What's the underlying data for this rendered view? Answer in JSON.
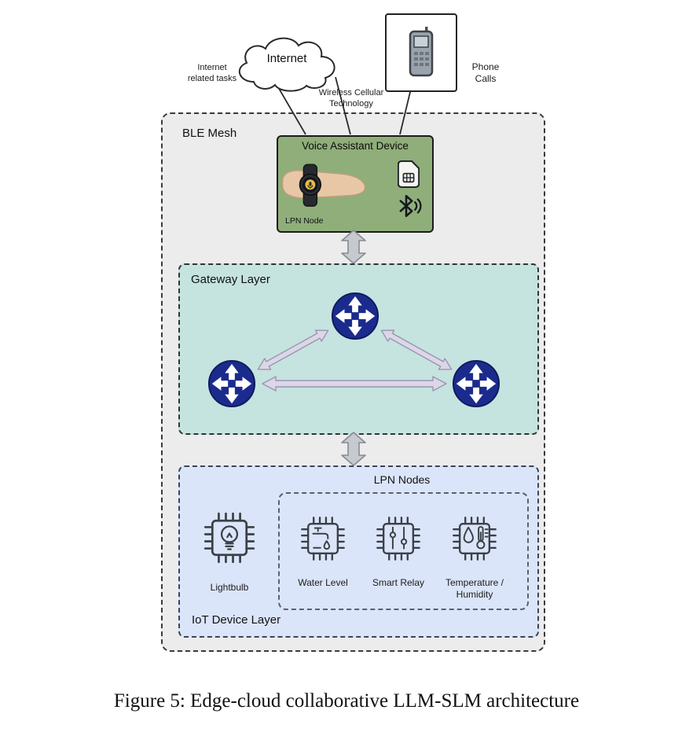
{
  "caption": "Figure 5: Edge-cloud collaborative LLM-SLM architecture",
  "external": {
    "internet": "Internet",
    "internet_tasks": "Internet related tasks",
    "wireless": "Wireless Cellular Technology",
    "phone_calls": "Phone Calls"
  },
  "ble_mesh": {
    "label": "BLE Mesh",
    "voice_assistant": {
      "title": "Voice Assistant Device",
      "lpn_node": "LPN Node"
    },
    "gateway": {
      "label": "Gateway Layer"
    },
    "iot": {
      "lpn_nodes": "LPN Nodes",
      "label": "IoT Device Layer",
      "devices": [
        {
          "label": "Lightbulb"
        },
        {
          "label": "Water Level"
        },
        {
          "label": "Smart Relay"
        },
        {
          "label": "Temperature / Humidity"
        }
      ]
    }
  },
  "icons": {
    "cloud": "cloud-icon",
    "cellphone": "cellphone-icon",
    "smartwatch_arm": "smartwatch-arm-icon",
    "sim_card": "sim-card-icon",
    "bluetooth": "bluetooth-icon",
    "router": "router-icon",
    "double_arrow": "double-arrow-icon",
    "chip_lightbulb": "lightbulb-chip-icon",
    "chip_water": "water-level-chip-icon",
    "chip_relay": "smart-relay-chip-icon",
    "chip_temp": "temperature-humidity-chip-icon"
  },
  "colors": {
    "page_bg": "#ffffff",
    "ble_bg": "#ececec",
    "green_box": "#8fae7a",
    "gateway_bg": "#c5e3df",
    "iot_bg": "#dbe5f9",
    "router_blue": "#1b2b8d",
    "arrow_gray": "#c6c9cf",
    "arrow_lavender": "#dbd7e7",
    "line_dark": "#2a2a2a",
    "chip_stroke": "#3b4048",
    "skin": "#e8c7a6"
  }
}
